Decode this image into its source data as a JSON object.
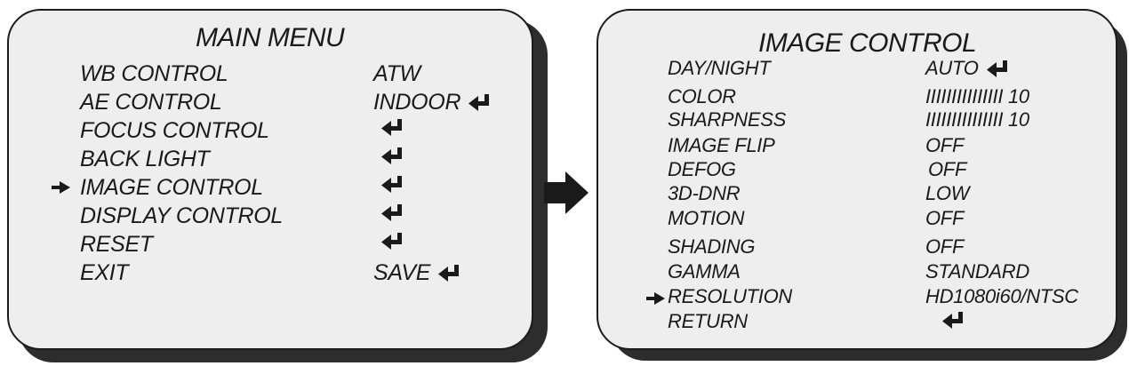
{
  "main_menu": {
    "title": "MAIN MENU",
    "items": [
      {
        "label": "WB CONTROL",
        "value": "ATW",
        "enter": false
      },
      {
        "label": "AE CONTROL",
        "value": "INDOOR",
        "enter": true
      },
      {
        "label": "FOCUS CONTROL",
        "value": "",
        "enter": true
      },
      {
        "label": "BACK LIGHT",
        "value": "",
        "enter": true
      },
      {
        "label": "IMAGE CONTROL",
        "value": "",
        "enter": true,
        "selected": true
      },
      {
        "label": "DISPLAY CONTROL",
        "value": "",
        "enter": true
      },
      {
        "label": "RESET",
        "value": "",
        "enter": true
      },
      {
        "label": "EXIT",
        "value": "SAVE",
        "enter": true
      }
    ]
  },
  "image_control": {
    "title": "IMAGE CONTROL",
    "items": [
      {
        "label": "DAY/NIGHT",
        "value": "AUTO",
        "enter": true
      },
      {
        "label": "COLOR",
        "value": "IIIIIIIIIIIIIII 10",
        "enter": false
      },
      {
        "label": "SHARPNESS",
        "value": "IIIIIIIIIIIIIII 10",
        "enter": false
      },
      {
        "label": "IMAGE FLIP",
        "value": "OFF",
        "enter": false
      },
      {
        "label": "DEFOG",
        "value": "OFF",
        "enter": false
      },
      {
        "label": "3D-DNR",
        "value": "LOW",
        "enter": false
      },
      {
        "label": "MOTION",
        "value": "OFF",
        "enter": false
      },
      {
        "label": "SHADING",
        "value": "OFF",
        "enter": false
      },
      {
        "label": "GAMMA",
        "value": "STANDARD",
        "enter": false
      },
      {
        "label": "RESOLUTION",
        "value": "HD1080i60/NTSC",
        "enter": false,
        "selected": true
      },
      {
        "label": "RETURN",
        "value": "",
        "enter": true
      }
    ]
  },
  "icons": {
    "enter": "enter-return-icon",
    "selector": "selection-arrow-icon",
    "transition": "right-arrow-icon"
  },
  "colors": {
    "panel_fill": "#eeeeee",
    "border": "#1c1c1c",
    "shadow": "#2d2d2d",
    "text": "#1a1a1a"
  }
}
